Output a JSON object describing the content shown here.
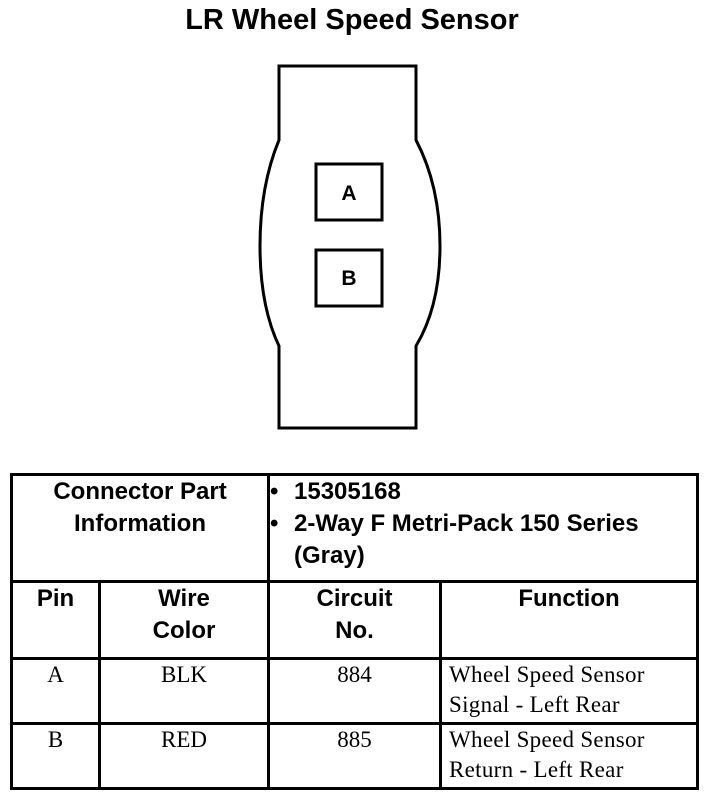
{
  "title": "LR Wheel Speed Sensor",
  "connector": {
    "pins": [
      {
        "id": "A",
        "label": "A"
      },
      {
        "id": "B",
        "label": "B"
      }
    ]
  },
  "table": {
    "part_info_label_line1": "Connector Part",
    "part_info_label_line2": "Information",
    "part_numbers": [
      "15305168",
      "2-Way F Metri-Pack 150 Series (Gray)"
    ],
    "headers": {
      "pin": "Pin",
      "wire_color_line1": "Wire",
      "wire_color_line2": "Color",
      "circuit_line1": "Circuit",
      "circuit_line2": "No.",
      "function": "Function"
    },
    "rows": [
      {
        "pin": "A",
        "wire_color": "BLK",
        "circuit": "884",
        "function_line1": "Wheel Speed Sensor",
        "function_line2": "Signal - Left Rear"
      },
      {
        "pin": "B",
        "wire_color": "RED",
        "circuit": "885",
        "function_line1": "Wheel Speed Sensor",
        "function_line2": "Return - Left Rear"
      }
    ]
  }
}
